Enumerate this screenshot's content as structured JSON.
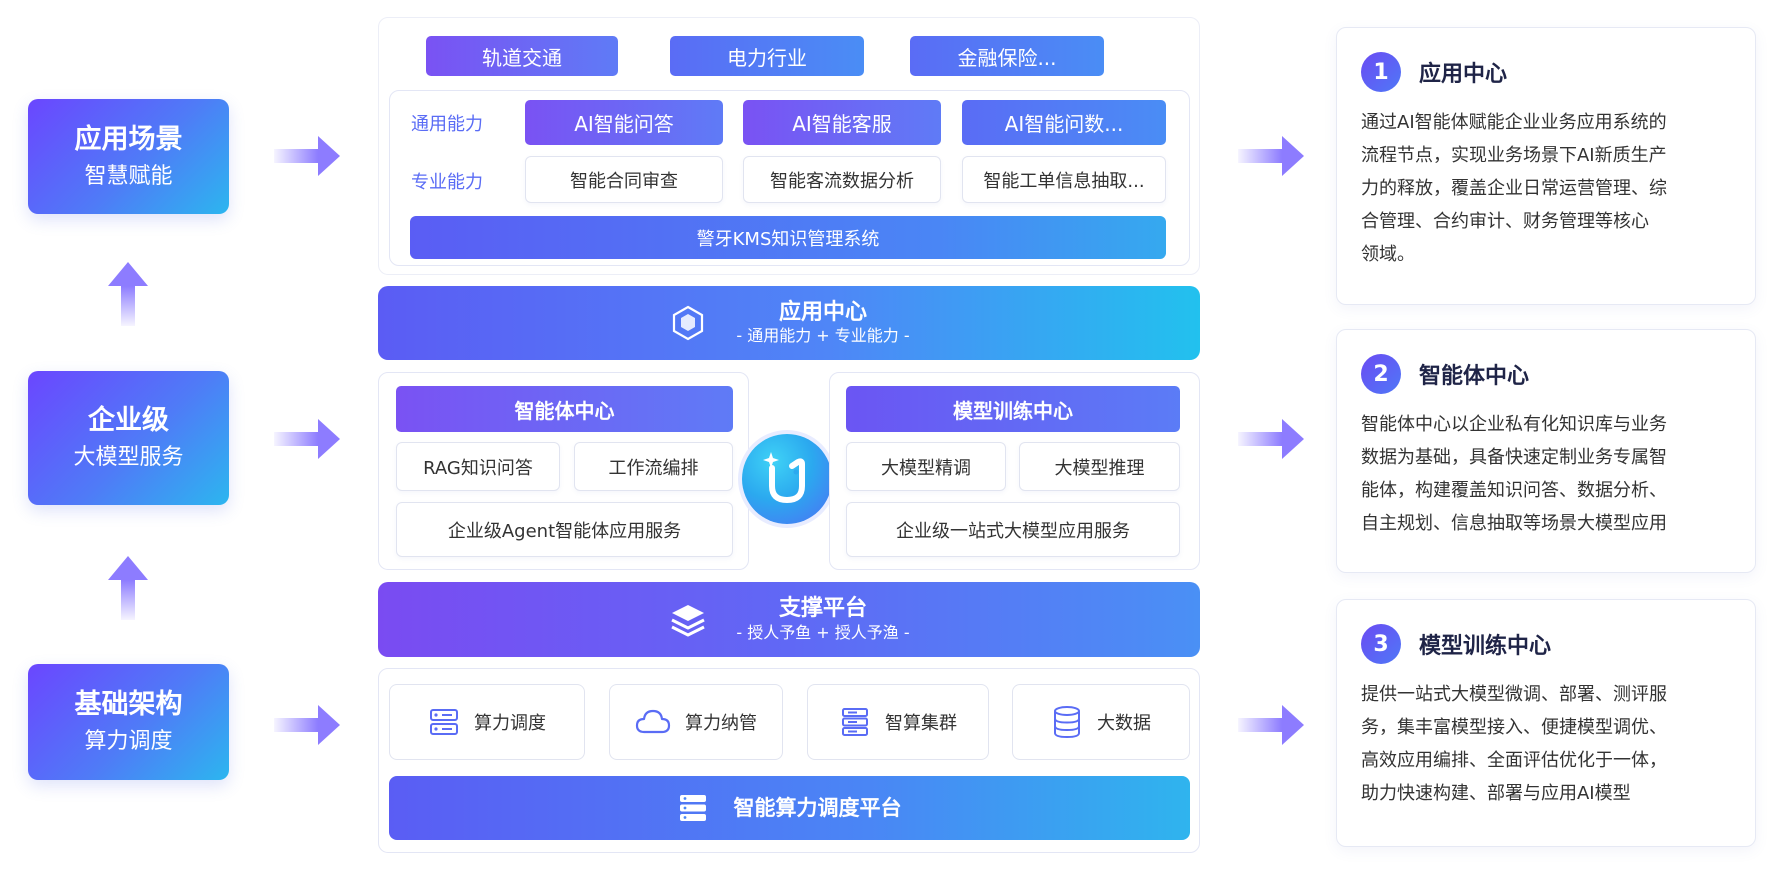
{
  "left": {
    "app_scene": {
      "title": "应用场景",
      "subtitle": "智慧赋能"
    },
    "enterprise": {
      "title": "企业级",
      "subtitle": "大模型服务"
    },
    "infra": {
      "title": "基础架构",
      "subtitle": "算力调度"
    }
  },
  "top": {
    "industries": [
      "轨道交通",
      "电力行业",
      "金融保险..."
    ],
    "general_label": "通用能力",
    "general_items": [
      "AI智能问答",
      "AI智能客服",
      "AI智能问数..."
    ],
    "pro_label": "专业能力",
    "pro_items": [
      "智能合同审查",
      "智能客流数据分析",
      "智能工单信息抽取..."
    ],
    "kms": "警牙KMS知识管理系统"
  },
  "app_center_bar": {
    "title": "应用中心",
    "subtitle": "- 通用能力 + 专业能力 -"
  },
  "agent_center": {
    "title": "智能体中心",
    "items": [
      "RAG知识问答",
      "工作流编排"
    ],
    "wide": "企业级Agent智能体应用服务"
  },
  "model_center": {
    "title": "模型训练中心",
    "items": [
      "大模型精调",
      "大模型推理"
    ],
    "wide": "企业级一站式大模型应用服务"
  },
  "support_bar": {
    "title": "支撑平台",
    "subtitle": "- 授人予鱼 + 授人予渔 -"
  },
  "resources": [
    "算力调度",
    "算力纳管",
    "智算集群",
    "大数据"
  ],
  "schedule_bar": {
    "title": "智能算力调度平台"
  },
  "info_cards": [
    {
      "num": "1",
      "title": "应用中心",
      "lines": [
        "通过AI智能体赋能企业业务应用系统的",
        "流程节点，实现业务场景下AI新质生产",
        "力的释放，覆盖企业日常运营管理、综",
        "合管理、合约审计、财务管理等核心",
        "领域。"
      ]
    },
    {
      "num": "2",
      "title": "智能体中心",
      "lines": [
        "智能体中心以企业私有化知识库与业务",
        "数据为基础，具备快速定制业务专属智",
        "能体，构建覆盖知识问答、数据分析、",
        "自主规划、信息抽取等场景大模型应用"
      ]
    },
    {
      "num": "3",
      "title": "模型训练中心",
      "lines": [
        "提供一站式大模型微调、部署、测评服",
        "务，集丰富模型接入、便捷模型调优、",
        "高效应用编排、全面评估优化于一体，",
        "助力快速构建、部署与应用AI模型"
      ]
    }
  ],
  "colors": {
    "primary": "#5a6cf5",
    "purple": "#7a52f3",
    "cyan": "#22c1ee",
    "arrow": "#8d7cff"
  }
}
